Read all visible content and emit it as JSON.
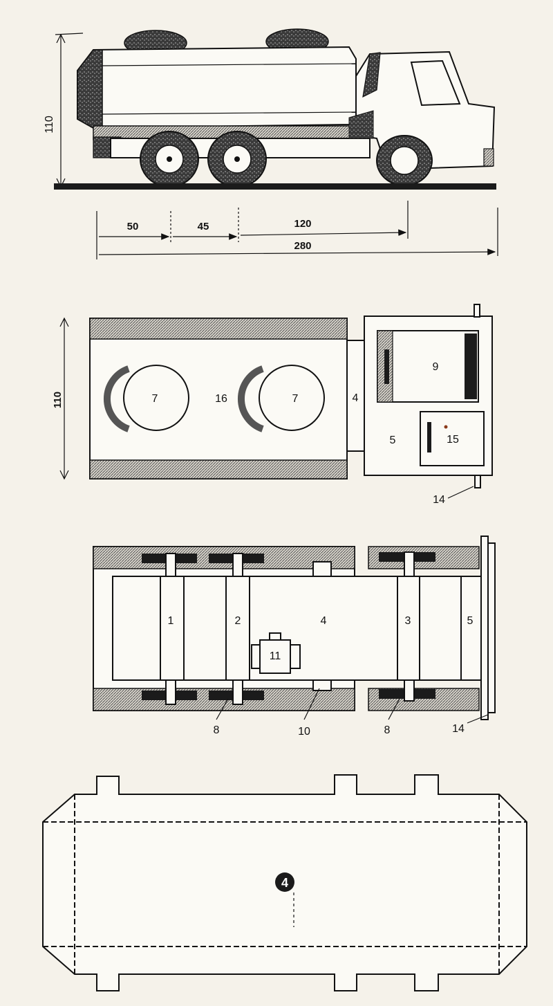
{
  "side_view": {
    "height_dim": "110",
    "dims": [
      "50",
      "45",
      "120",
      "280"
    ]
  },
  "top_view": {
    "height_dim": "110",
    "labels": {
      "tank_hatch_a": "7",
      "tank_center": "16",
      "tank_hatch_b": "7",
      "connector": "4",
      "cab_window": "9",
      "cab_body": "5",
      "cab_panel": "15",
      "pin": "14"
    }
  },
  "chassis_view": {
    "labels": {
      "axle_1": "1",
      "axle_2": "2",
      "frame": "4",
      "axle_3": "3",
      "front": "5",
      "motor": "11",
      "wheel_rear": "8",
      "mount": "10",
      "wheel_front": "8",
      "bumper": "14"
    }
  },
  "net_view": {
    "part_number": "4"
  },
  "colors": {
    "paper": "#f5f2ea",
    "ink": "#111111"
  }
}
